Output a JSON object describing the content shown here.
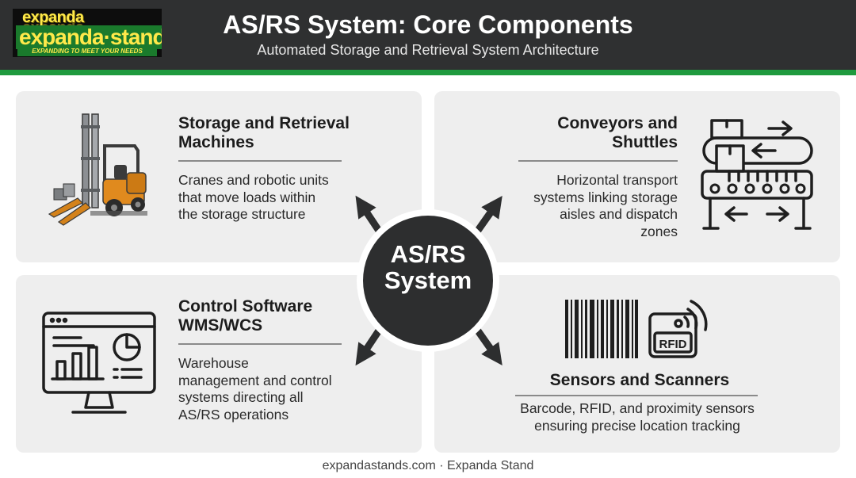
{
  "header": {
    "logo": {
      "line1": "expanda",
      "line2": "expanda·stand",
      "tagline": "EXPANDING TO MEET YOUR NEEDS"
    },
    "title": "AS/RS System: Core Components",
    "subtitle": "Automated Storage and Retrieval System Architecture"
  },
  "hub": {
    "line1": "AS/RS",
    "line2": "System"
  },
  "cards": {
    "machines": {
      "title_line1": "Storage and Retrieval",
      "title_line2": "Machines",
      "desc": [
        "Cranes and robotic units",
        "that move loads within",
        "the storage structure"
      ],
      "icon": "forklift-icon"
    },
    "conveyors": {
      "title_line1": "Conveyors and",
      "title_line2": "Shuttles",
      "desc": [
        "Horizontal transport",
        "systems linking storage",
        "aisles and dispatch",
        "zones"
      ],
      "icon": "conveyor-icon"
    },
    "software": {
      "title_line1": "Control Software",
      "title_line2": "WMS/WCS",
      "desc": [
        "Warehouse",
        "management and control",
        "systems directing all",
        "AS/RS operations"
      ],
      "icon": "monitor-dashboard-icon"
    },
    "sensors": {
      "title": "Sensors and Scanners",
      "desc": [
        "Barcode, RFID, and proximity sensors",
        "ensuring precise location tracking"
      ],
      "icon": "barcode-rfid-icon",
      "rfid_label": "RFID"
    }
  },
  "footer": "expandastands.com · Expanda Stand",
  "colors": {
    "header_bg": "#2f3031",
    "accent_green": "#1f9a3e",
    "card_bg": "#eeeeee",
    "hub_bg": "#2d2e2f",
    "forklift_orange": "#e08a1e"
  }
}
